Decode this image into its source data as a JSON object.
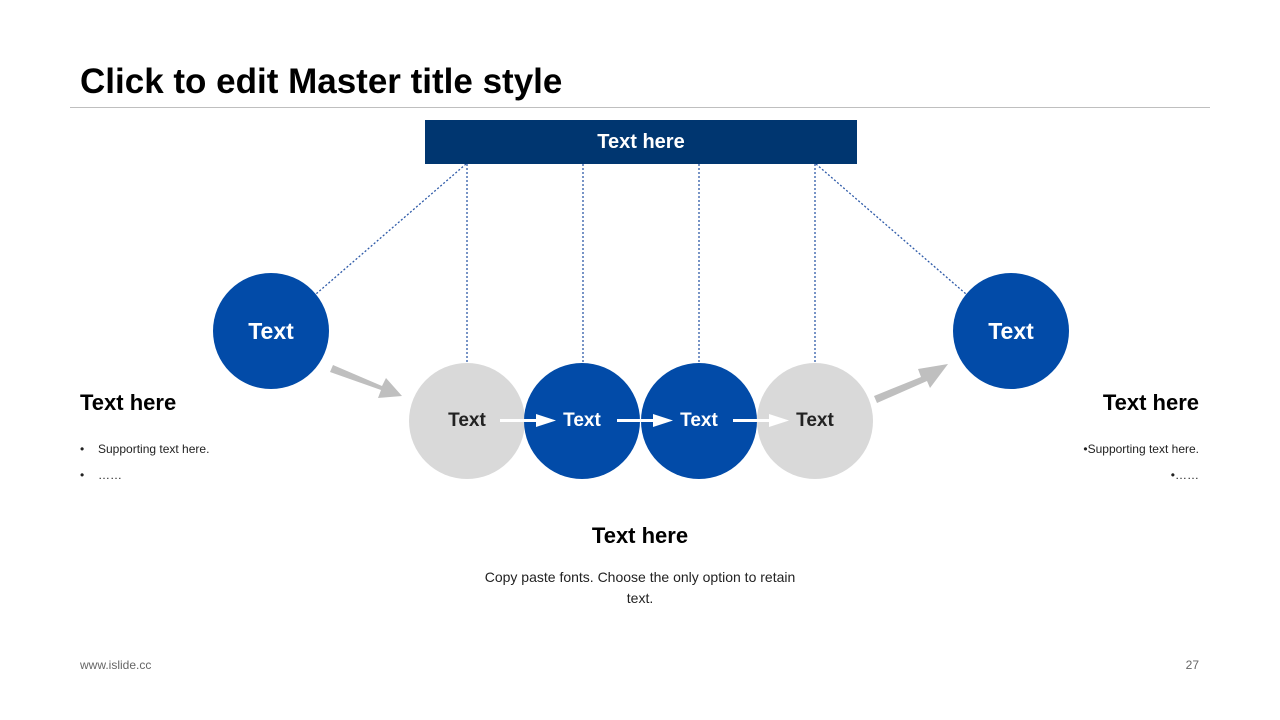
{
  "slide": {
    "title": "Click to edit Master title style",
    "footer_url": "www.islide.cc",
    "page_number": "27"
  },
  "colors": {
    "navy": "#003670",
    "blue": "#024ba8",
    "grey_circle": "#d9d9d9",
    "arrow_grey": "#bfbfbf",
    "dotted_line": "#2e5aa8"
  },
  "diagram": {
    "top_bar_label": "Text here",
    "left_circle_label": "Text",
    "right_circle_label": "Text",
    "chain": [
      {
        "label": "Text",
        "style": "grey"
      },
      {
        "label": "Text",
        "style": "blue"
      },
      {
        "label": "Text",
        "style": "blue"
      },
      {
        "label": "Text",
        "style": "grey"
      }
    ]
  },
  "left_block": {
    "heading": "Text here",
    "bullets": [
      "Supporting text here.",
      "……"
    ]
  },
  "right_block": {
    "heading": "Text here",
    "bullets": [
      "Supporting text here.",
      "……"
    ]
  },
  "center_block": {
    "heading": "Text here",
    "body": "Copy paste fonts. Choose the only option to retain text."
  }
}
